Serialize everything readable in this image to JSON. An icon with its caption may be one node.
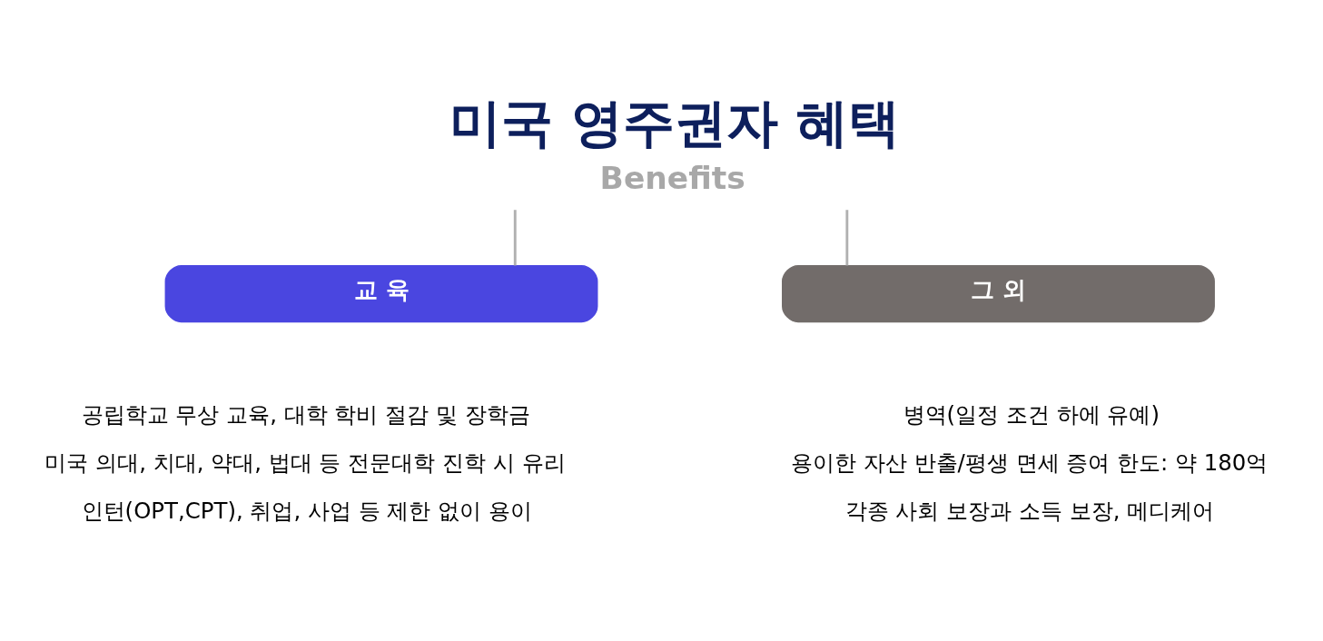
{
  "diagram": {
    "nodes": [
      {
        "text": [
          "미국 영주권자 혜택",
          "Benefits"
        ]
      },
      {
        "text": [
          "교 육"
        ],
        "beside": [
          "공립학교 무상 교육, 대학 학비 절감 및 장학금",
          "미국 의대, 치대, 약대, 법대 등 전문대학 진학 시 유리",
          "인턴(OPT,CPT), 취업, 사업 등 제한 없이 용이"
        ]
      },
      {
        "text": [
          "그 외"
        ],
        "beside": [
          "병역(일정 조건 하에 유예)",
          "용이한 자산 반출/평생 면세 증여 한도: 약 180억",
          "각종 사회 보장과 소득 보장, 메디케어"
        ]
      }
    ],
    "edges": [
      {
        "from": 0,
        "to": 1,
        "arrow": "none"
      },
      {
        "from": 0,
        "to": 2,
        "arrow": "none"
      }
    ]
  }
}
